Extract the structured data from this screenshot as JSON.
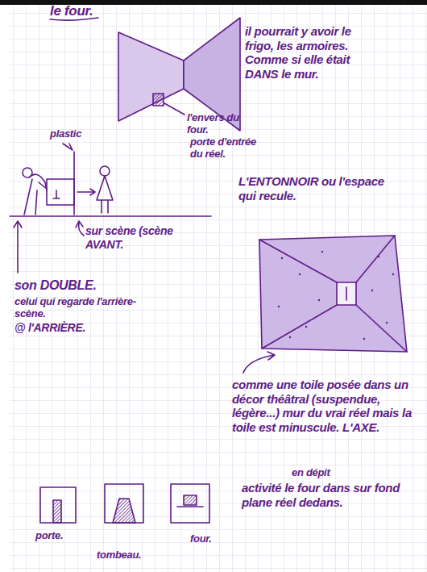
{
  "diagram": {
    "labels": [
      "le four.",
      "il pourrait y avoir le frigo, les armoires. Comme si elle était DANS le mur.",
      "l'envers du four.",
      "porte d'entrée du réel.",
      "plastic",
      "sur scène (scène AVANT.",
      "son DOUBLE.",
      "celui qui regarde l'arrière-scène.",
      "@ l'ARRIÈRE.",
      "L'ENTONNOIR ou l'espace qui recule.",
      "comme une toile posée dans un décor théâtral (suspendue, légère...) mur du vrai réel mais la toile est minuscule. L'AXE.",
      "en dépit",
      "activité le four dans sur fond plane réel dedans.",
      "porte.",
      "tombeau.",
      "four."
    ]
  }
}
